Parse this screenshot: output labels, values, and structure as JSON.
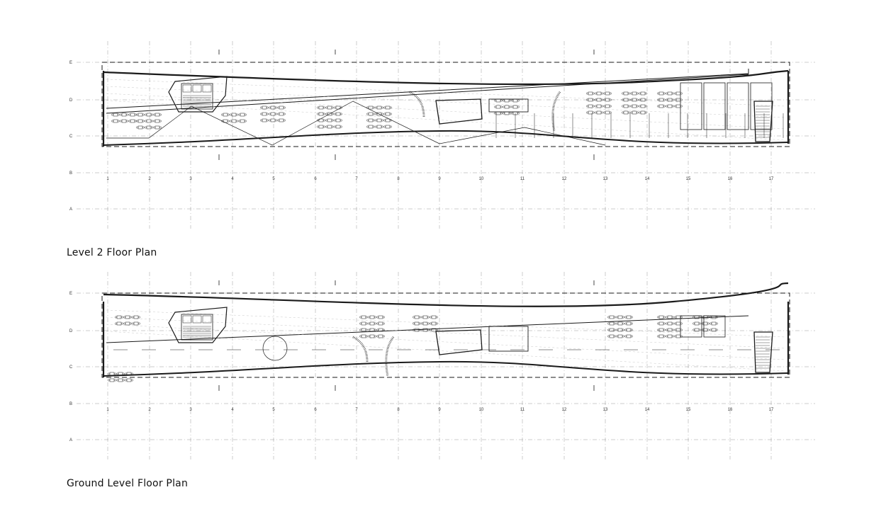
{
  "plans": [
    {
      "id": "level-2",
      "title": "Level 2 Floor Plan",
      "grid_columns": [
        "1",
        "2",
        "3",
        "4",
        "5",
        "6",
        "7",
        "8",
        "9",
        "10",
        "11",
        "12",
        "13",
        "14",
        "15",
        "16",
        "17"
      ],
      "grid_rows": [
        "E",
        "D",
        "C",
        "B",
        "A"
      ]
    },
    {
      "id": "ground-level",
      "title": "Ground Level Floor Plan",
      "grid_columns": [
        "1",
        "2",
        "3",
        "4",
        "5",
        "6",
        "7",
        "8",
        "9",
        "10",
        "11",
        "12",
        "13",
        "14",
        "15",
        "16",
        "17"
      ],
      "grid_rows": [
        "E",
        "D",
        "C",
        "B",
        "A"
      ]
    }
  ],
  "colors": {
    "ink": "#1a1a1a",
    "grid": "#9a9a9a",
    "paper": "#ffffff"
  }
}
